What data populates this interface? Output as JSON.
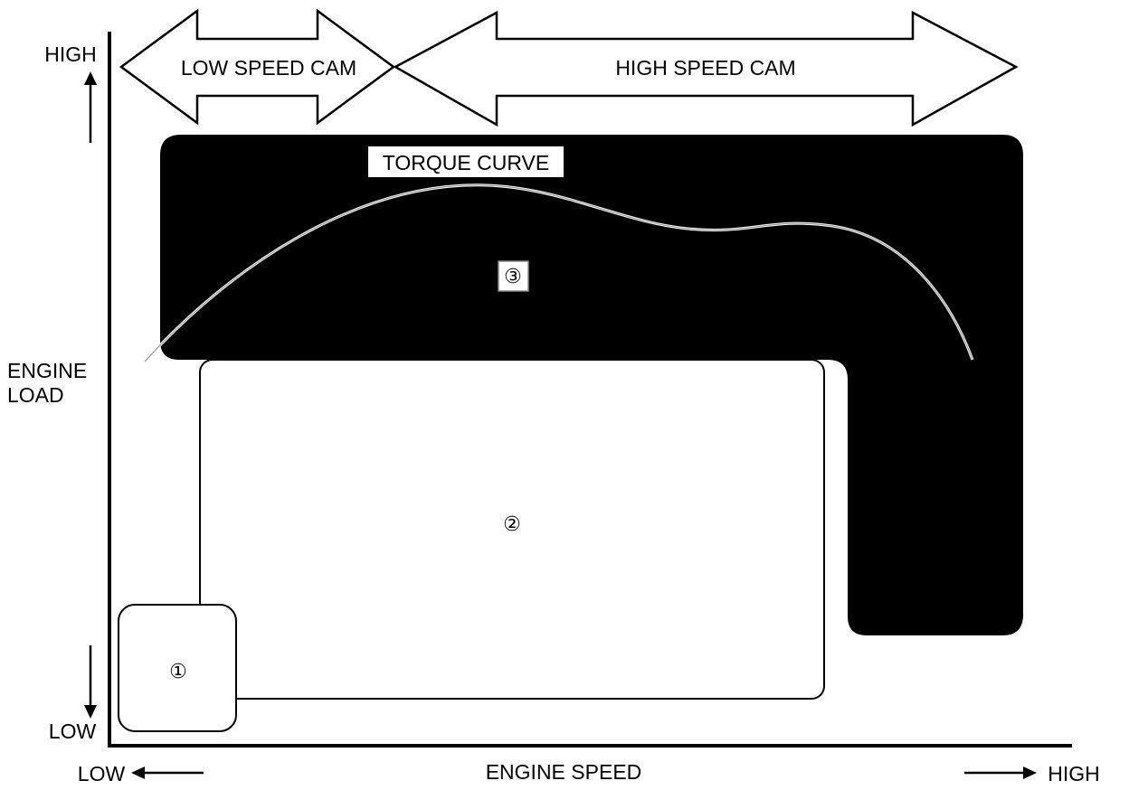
{
  "axes": {
    "y_label_line1": "ENGINE",
    "y_label_line2": "LOAD",
    "y_high": "HIGH",
    "y_low": "LOW",
    "x_label": "ENGINE SPEED",
    "x_low": "LOW",
    "x_high": "HIGH"
  },
  "cam_ranges": {
    "low_speed": "LOW SPEED CAM",
    "high_speed": "HIGH SPEED CAM"
  },
  "regions": {
    "region_1": "①",
    "region_2": "②",
    "region_3": "③"
  },
  "torque_curve_label": "TORQUE CURVE",
  "colors": {
    "region_3_fill": "#000000",
    "background": "#ffffff",
    "stroke": "#000000"
  }
}
